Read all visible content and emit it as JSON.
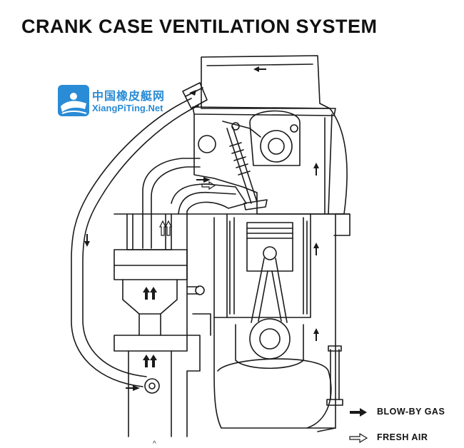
{
  "title": "CRANK CASE VENTILATION SYSTEM",
  "watermark": {
    "cn_text": "中国橡皮艇网",
    "url_text": "XiangPiTing.Net",
    "color": "#2a8bd6"
  },
  "legend": [
    {
      "label": "BLOW-BY GAS",
      "symbol": "solid-arrow-icon"
    },
    {
      "label": "FRESH AIR",
      "symbol": "hollow-arrow-icon"
    }
  ],
  "colors": {
    "line": "#1a1a1a",
    "background": "#ffffff",
    "watermark": "#2a8bd6"
  }
}
